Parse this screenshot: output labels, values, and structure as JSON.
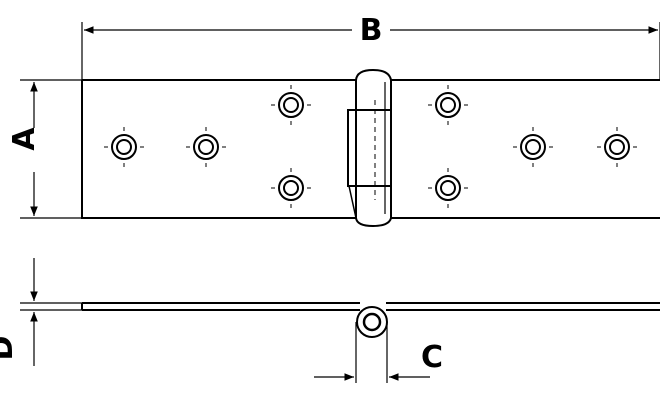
{
  "dimensions": {
    "width_label": "B",
    "height_label": "A",
    "knuckle_label": "C",
    "thickness_label": "D"
  },
  "hinge": {
    "countersunk_holes": 8
  }
}
